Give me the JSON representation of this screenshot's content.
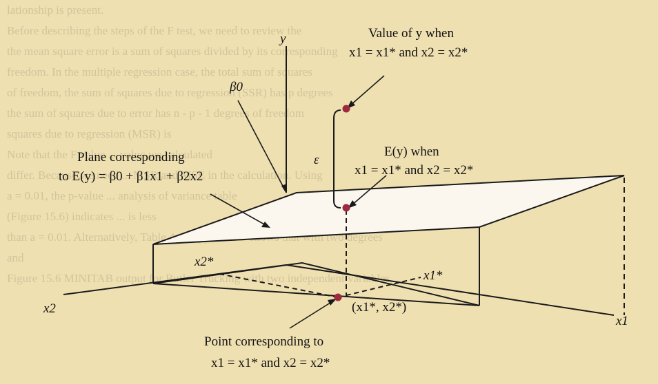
{
  "background_text": [
    "lationship is present.",
    "Before describing the steps of the F test, we need to review the",
    "the mean square error is a sum of squares divided by its corresponding",
    "freedom. In the multiple regression case, the total sum of squares",
    "of freedom, the sum of squares due to regression (SSR) has p degrees",
    "the sum of squares due to error has n - p - 1 degrees of freedom",
    "squares due to regression (MSR) is",
    "",
    "",
    "",
    "Note that the F value ... value we calculated",
    "differ. Because we need ... MSR and MSE in the calculation. Using",
    "a = 0.01, the p-value ... analysis of variance table",
    "(Figure 15.6) indicates ... is less",
    "than a = 0.01. Alternatively, Table 4 of Appendix B shows that with two degrees",
    "and",
    "Figure 15.6  MINITAB output for Butler Trucking with two independent variables,"
  ],
  "labels": {
    "value_of_y_title": "Value of y when",
    "value_of_y_condition": "x1 = x1* and x2 = x2*",
    "y_axis": "y",
    "beta0": "β0",
    "ey_title": "E(y) when",
    "ey_condition": "x1 = x1* and x2 = x2*",
    "epsilon": "ε",
    "plane_title": "Plane corresponding",
    "plane_equation": "to E(y) = β0 + β1x1 + β2x2",
    "x2_star": "x2*",
    "x1_star": "x1*",
    "point_coords": "(x1*, x2*)",
    "x2_axis": "x2",
    "x1_axis": "x1",
    "point_title": "Point corresponding to",
    "point_condition": "x1 = x1* and x2 = x2*"
  },
  "colors": {
    "point": "#9e2a3e",
    "line": "#1a1a1a",
    "plane_fill": "#fbf7ee",
    "background": "#efe0b2"
  }
}
